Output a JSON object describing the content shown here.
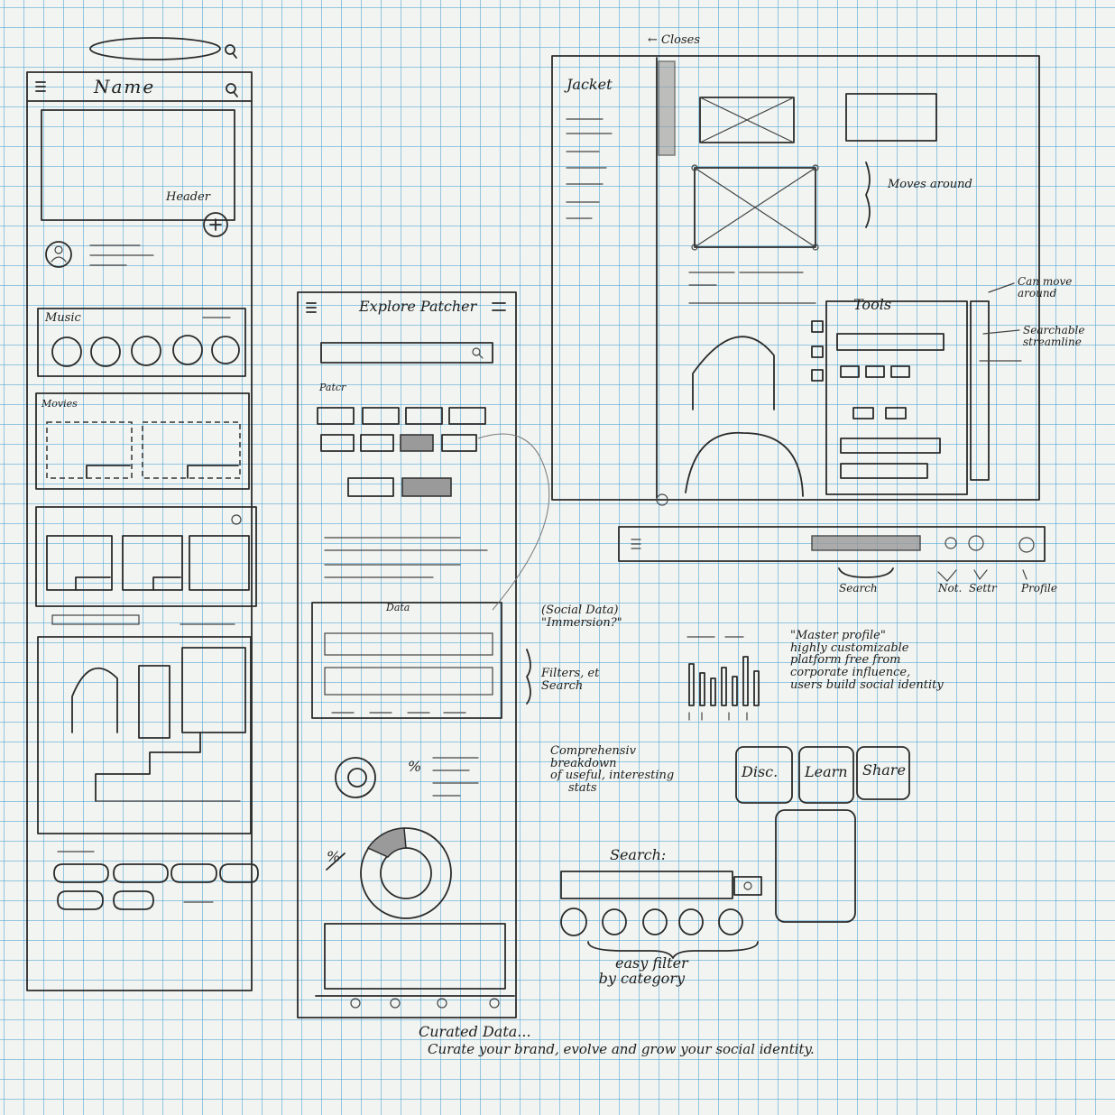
{
  "phone_profile": {
    "title": "Name",
    "header_label": "Header",
    "music_label": "Music",
    "movies_label": "Movies"
  },
  "phone_explore": {
    "title": "Explore Patcher",
    "section_label": "Patcr",
    "data_label": "Data",
    "percent_a": "%",
    "percent_b": "%"
  },
  "desktop": {
    "closes_note": "← Closes",
    "sidebar_title": "Jacket",
    "moves_around_note": "Moves around",
    "tools_title": "Tools",
    "can_move_note": "Can move around",
    "searchable_note": "Searchable streamline",
    "search_note": "Search",
    "notif_note": "Not.",
    "settings_note": "Settr",
    "profile_note": "Profile"
  },
  "notes": {
    "social_data": "(Social Data) \"Immersion?\"",
    "filters": "Filters, et Search",
    "comprehensive": [
      "Comprehensiv",
      "breakdown",
      "of useful, interesting",
      "stats"
    ],
    "master_profile": [
      "\"Master profile\"",
      "highly customizable",
      "platform free from",
      "corporate influence,",
      "users build social identity"
    ],
    "search_label": "Search:",
    "easy_filter": [
      "easy filter",
      "by category"
    ],
    "curated_title": "Curated Data...",
    "curated_tagline": "Curate your brand, evolve and grow your social identity."
  },
  "buttons": [
    "Disc.",
    "Learn",
    "Share"
  ]
}
